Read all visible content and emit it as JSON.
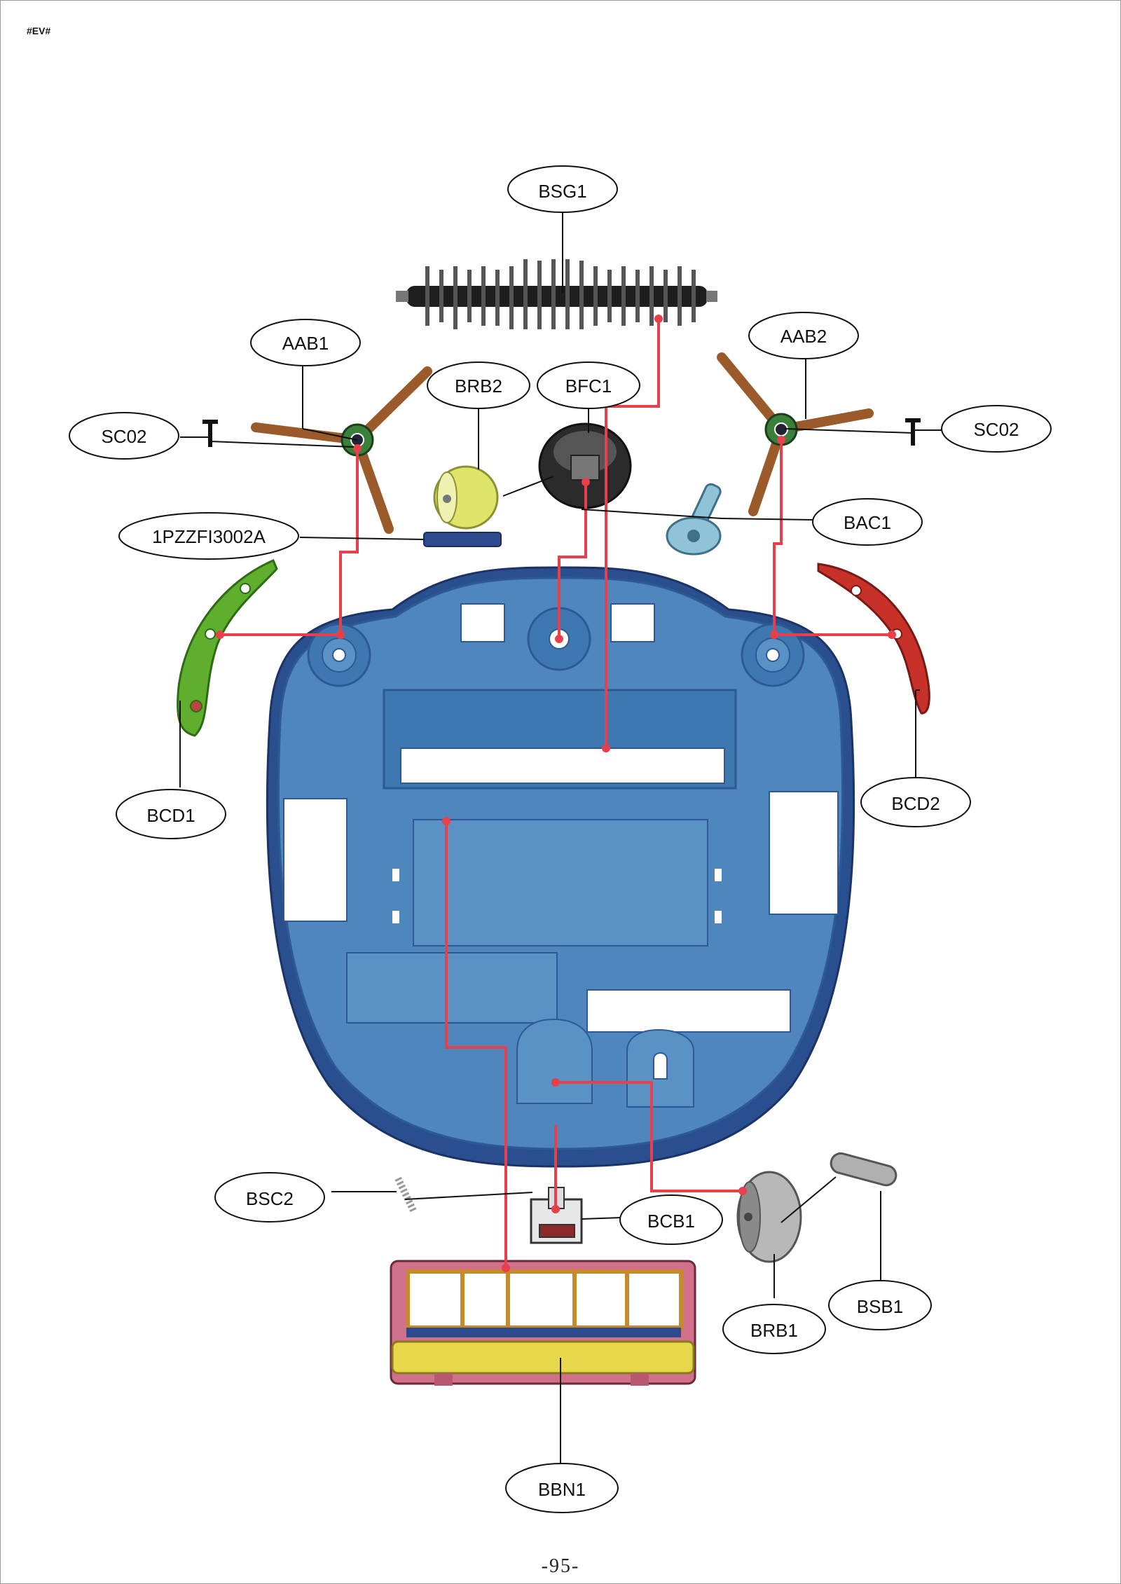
{
  "doc_code": "#EV#",
  "page_number": "-95-",
  "callouts": {
    "bsg1": "BSG1",
    "aab1": "AAB1",
    "aab2": "AAB2",
    "brb2": "BRB2",
    "bfc1": "BFC1",
    "sc02_left": "SC02",
    "sc02_right": "SC02",
    "pzz": "1PZZFI3002A",
    "bac1": "BAC1",
    "bcd1": "BCD1",
    "bcd2": "BCD2",
    "bsc2": "BSC2",
    "bcb1": "BCB1",
    "bsb1": "BSB1",
    "brb1": "BRB1",
    "bbn1": "BBN1"
  },
  "colors": {
    "leader_red": "#e8404a",
    "body_blue": "#4f86bd",
    "body_dark": "#2a4f8f",
    "bumper_green": "#5fae2e",
    "bumper_red": "#c8312a",
    "brush_arm": "#9a5a2a",
    "filter_pink": "#d0708a",
    "filter_yellow": "#e6d84a"
  }
}
